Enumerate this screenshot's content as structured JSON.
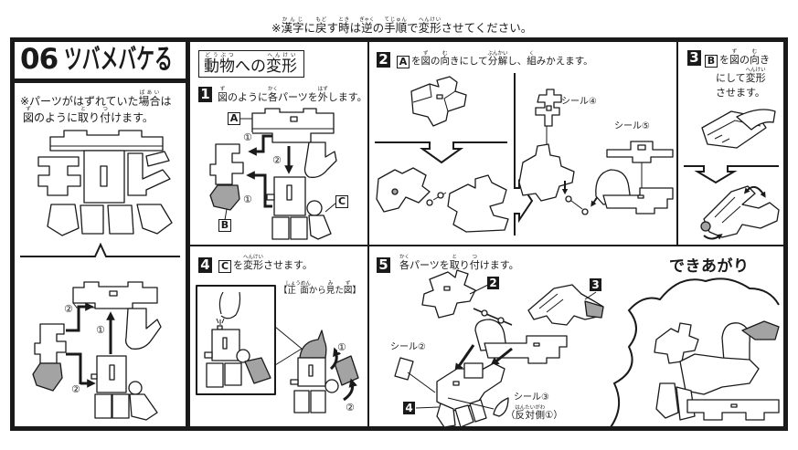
{
  "page_note": [
    {
      "t": "※"
    },
    {
      "t": "漢字",
      "r": "かんじ"
    },
    {
      "t": "に"
    },
    {
      "t": "戻",
      "r": "もど"
    },
    {
      "t": "す"
    },
    {
      "t": "時",
      "r": "とき"
    },
    {
      "t": "は"
    },
    {
      "t": "逆",
      "r": "ぎゃく"
    },
    {
      "t": "の"
    },
    {
      "t": "手順",
      "r": "てじゅん"
    },
    {
      "t": "で"
    },
    {
      "t": "変形",
      "r": "へんけい"
    },
    {
      "t": "させてください。"
    }
  ],
  "title": {
    "number": "06",
    "name": "ツバメバケる"
  },
  "left_panel": {
    "note_lines": [
      [
        {
          "t": "※パーツがはずれていた"
        },
        {
          "t": "場合",
          "r": "ばあい"
        },
        {
          "t": "は"
        }
      ],
      [
        {
          "t": "図",
          "r": "ず"
        },
        {
          "t": "のように"
        },
        {
          "t": "取",
          "r": "と"
        },
        {
          "t": "り"
        },
        {
          "t": "付",
          "r": "つ"
        },
        {
          "t": "けます。"
        }
      ]
    ],
    "figure_labels": {
      "upper_arrow": "②",
      "center_arrow": "①",
      "lower_arrow": "②"
    }
  },
  "section_heading": [
    {
      "t": "動物",
      "r": "どうぶつ"
    },
    {
      "t": "への"
    },
    {
      "t": "変形",
      "r": "へんけい"
    }
  ],
  "steps": [
    {
      "number": "1",
      "instruction": [
        {
          "t": "図",
          "r": "ず"
        },
        {
          "t": "のように"
        },
        {
          "t": "各",
          "r": "かく"
        },
        {
          "t": "パーツを"
        },
        {
          "t": "外",
          "r": "はず"
        },
        {
          "t": "します。"
        }
      ],
      "part_labels": [
        "A",
        "B",
        "C"
      ],
      "arrow_labels": [
        "①",
        "②",
        "①"
      ]
    },
    {
      "number": "2",
      "instruction": [
        {
          "box": "A"
        },
        {
          "t": "を"
        },
        {
          "t": "図",
          "r": "ず"
        },
        {
          "t": "の"
        },
        {
          "t": "向",
          "r": "む"
        },
        {
          "t": "きにして"
        },
        {
          "t": "分解",
          "r": "ぶんかい"
        },
        {
          "t": "し、"
        },
        {
          "t": "組",
          "r": "く"
        },
        {
          "t": "みかえます。"
        }
      ],
      "sticker_labels": [
        "シール④",
        "シール⑤"
      ]
    },
    {
      "number": "3",
      "instruction_lines": [
        [
          {
            "box": "B"
          },
          {
            "t": "を"
          },
          {
            "t": "図",
            "r": "ず"
          },
          {
            "t": "の"
          },
          {
            "t": "向",
            "r": "む"
          },
          {
            "t": "き"
          }
        ],
        [
          {
            "t": "にして"
          },
          {
            "t": "変形",
            "r": "へんけい"
          }
        ],
        [
          {
            "t": "させます。"
          }
        ]
      ]
    },
    {
      "number": "4",
      "instruction": [
        {
          "box": "C"
        },
        {
          "t": "を"
        },
        {
          "t": "変形",
          "r": "へんけい"
        },
        {
          "t": "させます。"
        }
      ],
      "view_caption": [
        {
          "t": "【"
        },
        {
          "t": "正面",
          "r": "しょうめん"
        },
        {
          "t": "から"
        },
        {
          "t": "見",
          "r": "み"
        },
        {
          "t": "た"
        },
        {
          "t": "図",
          "r": "ず"
        },
        {
          "t": "】"
        }
      ],
      "arrow_labels": [
        "①",
        "②"
      ]
    },
    {
      "number": "5",
      "instruction": [
        {
          "t": "各",
          "r": "かく"
        },
        {
          "t": "パーツを"
        },
        {
          "t": "取",
          "r": "と"
        },
        {
          "t": "り"
        },
        {
          "t": "付",
          "r": "つ"
        },
        {
          "t": "けます。"
        }
      ],
      "step_callouts": [
        "2",
        "3",
        "4"
      ],
      "sticker_labels": [
        "シール②",
        "シール③"
      ],
      "sticker3_note": [
        {
          "t": "（"
        },
        {
          "t": "反対側",
          "r": "はんたいがわ"
        },
        {
          "t": "①）"
        }
      ],
      "completed_label": "できあがり"
    }
  ],
  "colors": {
    "ink": "#1a1a1a",
    "shade": "#a3a3a3",
    "paper": "#ffffff"
  }
}
